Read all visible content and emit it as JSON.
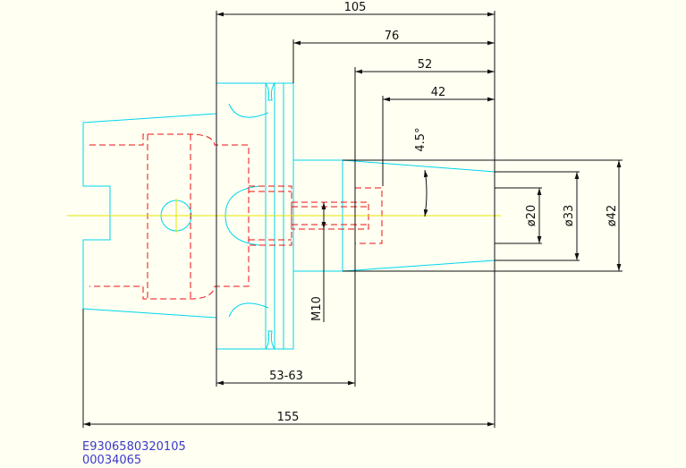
{
  "colors": {
    "outline": "#00d5ee",
    "hidden": "#ee1111",
    "centerline": "#e6e600",
    "dimension": "#111111",
    "code": "#3a3acd",
    "background": "#fffff2"
  },
  "dimensions": {
    "d105": "105",
    "d76": "76",
    "d52": "52",
    "d42": "42",
    "angle": "4.5°",
    "dia20": "ø20",
    "dia33": "ø33",
    "dia42": "ø42",
    "thread": "M10",
    "range": "53-63",
    "d155": "155"
  },
  "part_codes": {
    "line1": "E9306580320105",
    "line2": "00034065"
  }
}
